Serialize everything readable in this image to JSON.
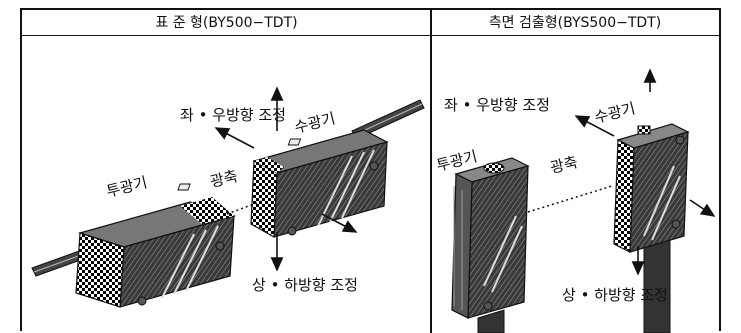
{
  "left_panel": {
    "header": "표 준 형(BY500−TDT)",
    "labels": {
      "horizontal_adjust": "좌 • 우방향 조정",
      "receiver": "수광기",
      "emitter": "투광기",
      "optical_axis": "광축",
      "vertical_adjust": "상 • 하방향 조정"
    }
  },
  "right_panel": {
    "header": "측면 검출형(BYS500−TDT)",
    "labels": {
      "horizontal_adjust": "좌 • 우방향 조정",
      "receiver": "수광기",
      "emitter": "투광기",
      "optical_axis": "광축",
      "vertical_adjust": "상 • 하방향 조정"
    }
  },
  "colors": {
    "line": "#111111",
    "body_dark": "#2b2b2b",
    "body_mid": "#6a6a6a",
    "checker": "#000000"
  }
}
